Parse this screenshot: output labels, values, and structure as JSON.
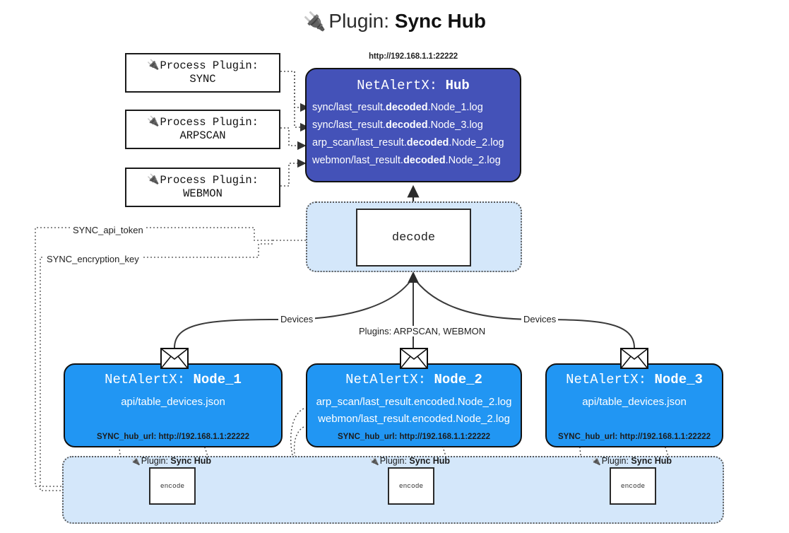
{
  "title": {
    "icon": "plug-icon",
    "prefix": "Plugin: ",
    "name": "Sync Hub"
  },
  "process_plugins": [
    {
      "icon": "plug-icon",
      "line1": "Process Plugin:",
      "line2": "SYNC"
    },
    {
      "icon": "plug-icon",
      "line1": "Process Plugin:",
      "line2": "ARPSCAN"
    },
    {
      "icon": "plug-icon",
      "line1": "Process Plugin:",
      "line2": "WEBMON"
    }
  ],
  "hub": {
    "url": "http://192.168.1.1:22222",
    "title_prefix": "NetAlertX: ",
    "title_name": "Hub",
    "logs": [
      {
        "pre": "sync/last_result.",
        "mid": "decoded",
        "post": ".Node_1.log"
      },
      {
        "pre": "sync/last_result.",
        "mid": "decoded",
        "post": ".Node_3.log"
      },
      {
        "pre": "arp_scan/last_result.",
        "mid": "decoded",
        "post": ".Node_2.log"
      },
      {
        "pre": "webmon/last_result.",
        "mid": "decoded",
        "post": ".Node_2.log"
      }
    ]
  },
  "decode": {
    "label": "decode"
  },
  "secrets": {
    "api_token": "SYNC_api_token",
    "encryption_key": "SYNC_encryption_key"
  },
  "edges": {
    "devices_left": "Devices",
    "devices_right": "Devices",
    "plugins_center": "Plugins: ARPSCAN, WEBMON"
  },
  "nodes": [
    {
      "id": "node1",
      "title_prefix": "NetAlertX: ",
      "title_name": "Node_1",
      "lines": [
        "api/table_devices.json"
      ],
      "hub_url_label": "SYNC_hub_url: ",
      "hub_url": "http://192.168.1.1:22222",
      "envelope_icon": "envelope-icon"
    },
    {
      "id": "node2",
      "title_prefix": "NetAlertX: ",
      "title_name": "Node_2",
      "lines": [
        "arp_scan/last_result.encoded.Node_2.log",
        "webmon/last_result.encoded.Node_2.log"
      ],
      "hub_url_label": "SYNC_hub_url: ",
      "hub_url": "http://192.168.1.1:22222",
      "envelope_icon": "envelope-icon"
    },
    {
      "id": "node3",
      "title_prefix": "NetAlertX: ",
      "title_name": "Node_3",
      "lines": [
        "api/table_devices.json"
      ],
      "hub_url_label": "SYNC_hub_url: ",
      "hub_url": "http://192.168.1.1:22222",
      "envelope_icon": "envelope-icon"
    }
  ],
  "encoders": [
    {
      "plugin_prefix": "Plugin: ",
      "plugin_name": "Sync Hub",
      "label": "encode"
    },
    {
      "plugin_prefix": "Plugin: ",
      "plugin_name": "Sync Hub",
      "label": "encode"
    },
    {
      "plugin_prefix": "Plugin: ",
      "plugin_name": "Sync Hub",
      "label": "encode"
    }
  ],
  "colors": {
    "hub_fill": "#4452b8",
    "node_fill": "#2196f3",
    "container_fill": "#d4e7fa",
    "stroke": "#111111"
  }
}
